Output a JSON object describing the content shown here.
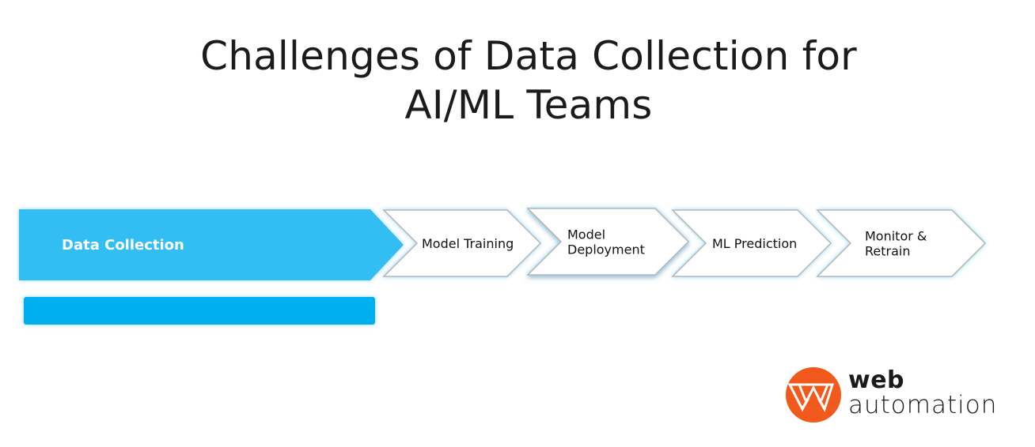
{
  "title": {
    "line1": "Challenges of Data Collection for",
    "line2": "AI/ML Teams"
  },
  "pipeline": {
    "steps": [
      {
        "label_lines": [
          "Data Collection"
        ],
        "active": true
      },
      {
        "label_lines": [
          "Model Training"
        ],
        "active": false
      },
      {
        "label_lines": [
          "Model",
          "Deployment"
        ],
        "active": false
      },
      {
        "label_lines": [
          "ML Prediction"
        ],
        "active": false
      },
      {
        "label_lines": [
          "Monitor &",
          "Retrain"
        ],
        "active": false
      }
    ],
    "active_detail_bar": {
      "label": ""
    }
  },
  "colors": {
    "active_step": "#31bef3",
    "detail_bar": "#03aeef",
    "glow": "#a8dcf8",
    "inactive_border": "#b5b5b5",
    "logo_orange": "#f25a1d"
  },
  "logo": {
    "icon": "web-automation-w-logo-icon",
    "line1": "web",
    "line2": "automation"
  }
}
